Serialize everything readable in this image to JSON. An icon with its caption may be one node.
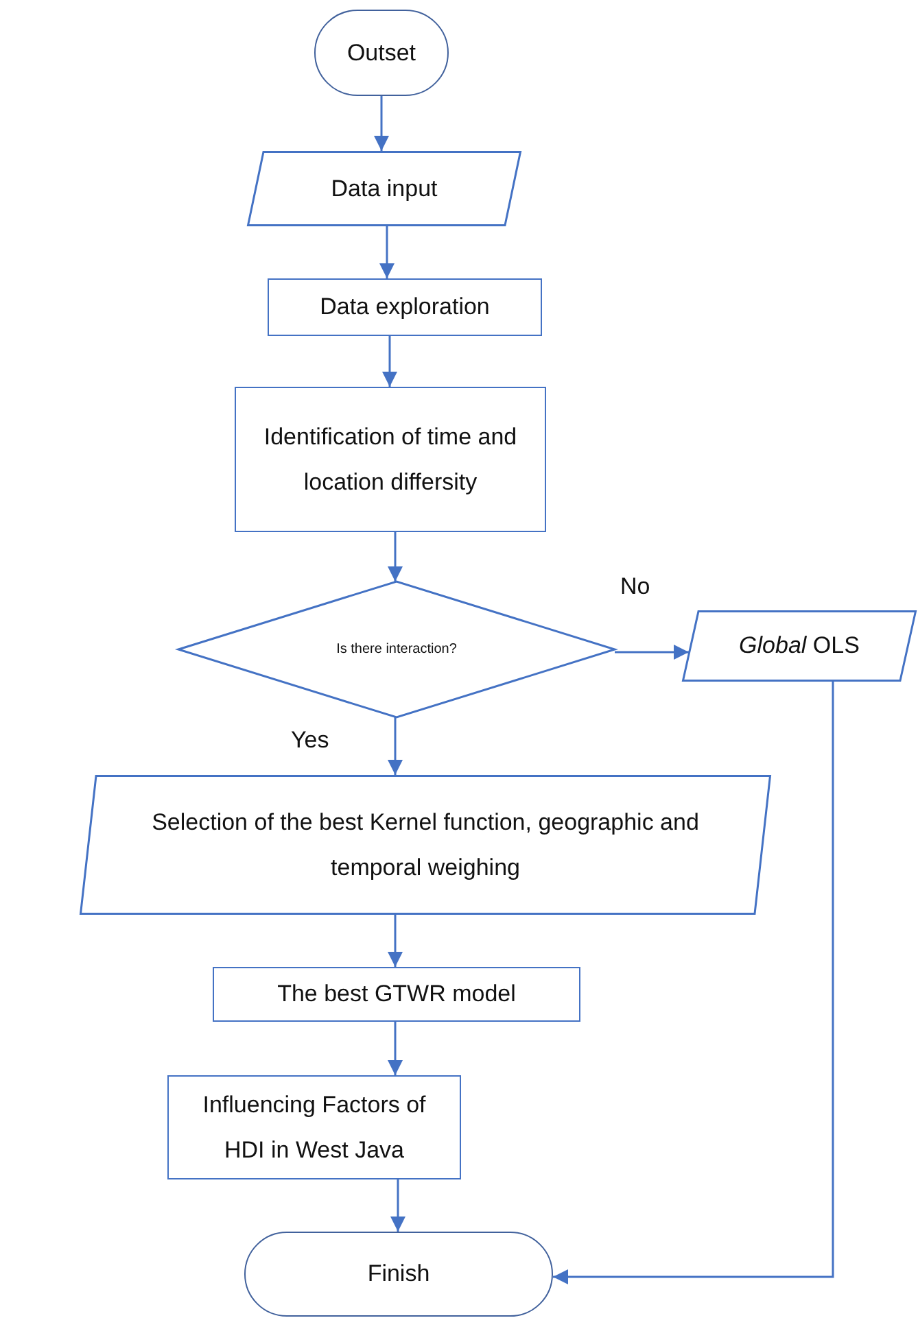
{
  "diagram": {
    "nodes": [
      {
        "text": [
          "Outset"
        ]
      },
      {
        "text": [
          "Data input"
        ]
      },
      {
        "text": [
          "Data exploration"
        ]
      },
      {
        "text": [
          "Identification of time and location differsity"
        ]
      },
      {
        "text": [
          "Is there interaction?"
        ]
      },
      {
        "text": [
          "*Global* OLS"
        ]
      },
      {
        "text": [
          "Selection of the best Kernel function, geographic and temporal weighing"
        ]
      },
      {
        "text": [
          "The best GTWR model"
        ]
      },
      {
        "text": [
          "Influencing Factors of HDI in West Java"
        ]
      },
      {
        "text": [
          "Finish"
        ]
      }
    ],
    "edges": [
      {
        "from": 0,
        "to": 1,
        "arrow": "to"
      },
      {
        "from": 1,
        "to": 2,
        "arrow": "to"
      },
      {
        "from": 2,
        "to": 3,
        "arrow": "to"
      },
      {
        "from": 3,
        "to": 4,
        "arrow": "to"
      },
      {
        "from": 4,
        "to": 5,
        "arrow": "to",
        "label": "No"
      },
      {
        "from": 4,
        "to": 6,
        "arrow": "to",
        "label": "Yes"
      },
      {
        "from": 6,
        "to": 7,
        "arrow": "to"
      },
      {
        "from": 7,
        "to": 8,
        "arrow": "to"
      },
      {
        "from": 8,
        "to": 9,
        "arrow": "to"
      },
      {
        "from": 5,
        "to": 9,
        "arrow": "to"
      }
    ]
  }
}
